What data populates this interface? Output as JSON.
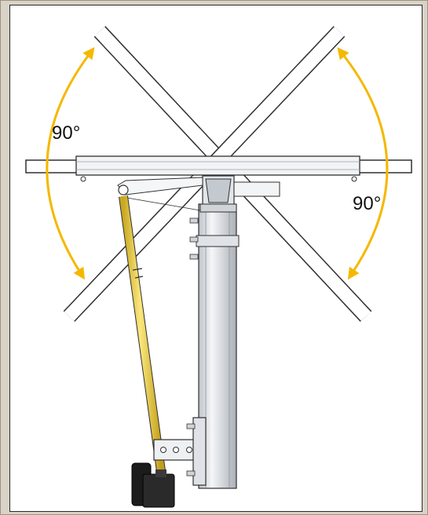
{
  "diagram": {
    "angle_left_label": "90°",
    "angle_right_label": "90°",
    "colors": {
      "arrow": "#f5b800",
      "actuator": "#f0d24a",
      "motor": "#1b1b1b",
      "frame_stroke": "#303030",
      "metal": "#e9ecef"
    },
    "components": [
      "tilted-panel-left",
      "tilted-panel-right",
      "horizontal-panel",
      "mast-post",
      "linear-actuator",
      "actuator-motor",
      "mounting-bracket"
    ]
  }
}
